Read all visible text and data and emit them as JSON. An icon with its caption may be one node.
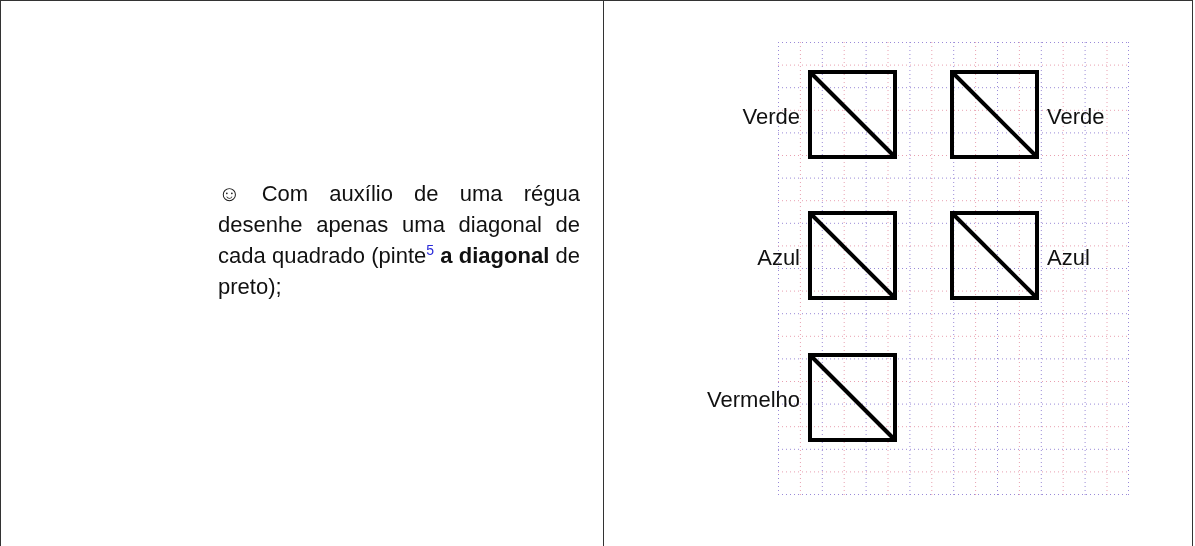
{
  "diagram": {
    "nodes": [
      {
        "text": [],
        "shape": "box",
        "beside": [
          "Verde"
        ]
      },
      {
        "text": [],
        "shape": "box",
        "beside": [
          "Verde"
        ]
      },
      {
        "text": [],
        "shape": "box",
        "beside": [
          "Azul"
        ]
      },
      {
        "text": [],
        "shape": "box",
        "beside": [
          "Azul"
        ]
      },
      {
        "text": [],
        "shape": "box",
        "beside": [
          "Vermelho"
        ]
      }
    ],
    "edges": [],
    "labels": [
      "☺ Com auxílio de uma régua desenhe apenas uma diagonal de cada quadrado (pinte$^{5}$ **a diagonal** de preto);"
    ]
  }
}
